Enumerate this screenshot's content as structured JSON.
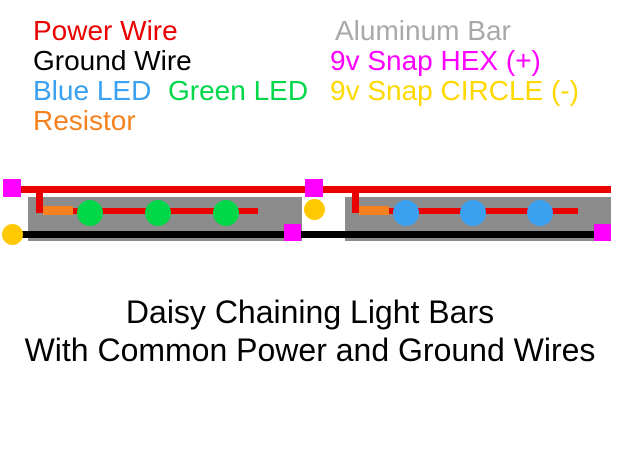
{
  "colors": {
    "power": "#ea0000",
    "ground": "#000000",
    "blue": "#3aa0f0",
    "green": "#00d84a",
    "resistor": "#f5821f",
    "bar": "#8c8c8c",
    "bartext": "#a9a9a9",
    "hex": "#ff00ff",
    "snapcircle": "#ffc800",
    "snapcircletext": "#ffd800"
  },
  "legend": {
    "left": [
      {
        "label": "Power Wire",
        "color": "#ea0000"
      },
      {
        "label": "Ground Wire",
        "color": "#000000"
      },
      {
        "label": "Blue LED",
        "color": "#3aa0f0"
      },
      {
        "label": "Green LED",
        "color": "#00d84a"
      },
      {
        "label": "Resistor",
        "color": "#f5821f"
      }
    ],
    "right": [
      {
        "label": "Aluminum Bar",
        "color": "#a9a9a9"
      },
      {
        "label": "9v Snap HEX (+)",
        "color": "#ff00ff"
      },
      {
        "label": "9v Snap CIRCLE (-)",
        "color": "#ffd800"
      }
    ]
  },
  "diagram": {
    "bars": [
      {
        "name": "left aluminum light bar",
        "led_color_name": "green",
        "led_count": 3
      },
      {
        "name": "right aluminum light bar",
        "led_color_name": "blue",
        "led_count": 3
      }
    ],
    "snap_hex_count": 4,
    "snap_circle_count": 2,
    "common_wires": [
      "power wire (top, red)",
      "ground wire (bottom, black)"
    ]
  },
  "caption": {
    "line1": "Daisy Chaining Light Bars",
    "line2": "With Common Power and Ground Wires"
  }
}
